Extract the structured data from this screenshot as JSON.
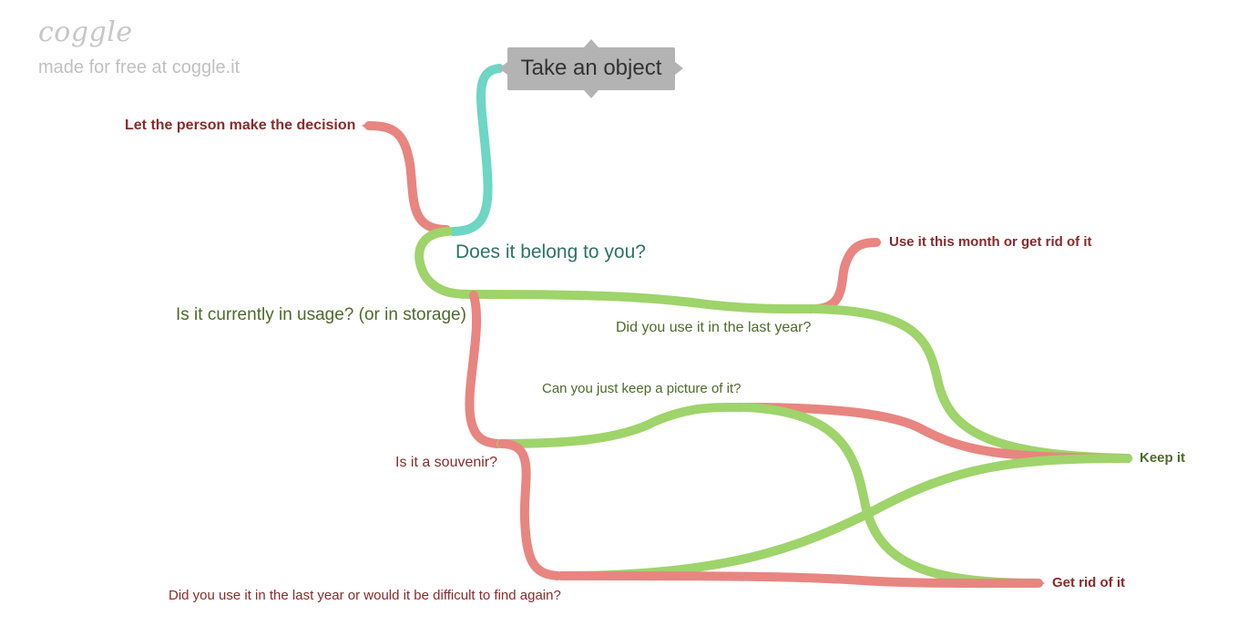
{
  "branding": {
    "logo_text": "coggle",
    "made_with": "made for free at coggle.it"
  },
  "colors": {
    "teal": "#6dd6c4",
    "green": "#9ed46a",
    "red": "#e88580",
    "root_box": "#b3b3b3",
    "dark_green_text": "#4e6a2a",
    "teal_text": "#2e7267",
    "red_text": "#8a2a2a"
  },
  "nodes": {
    "root": "Take an object",
    "belongs": "Does it belong to you?",
    "let_person": "Let the person make the decision",
    "in_usage": "Is it currently in usage? (or in storage)",
    "last_year": "Did you use it in the last year?",
    "use_month": "Use it this month or get rid of it",
    "keep_picture": "Can you just keep a picture of it?",
    "souvenir": "Is it a souvenir?",
    "keep_it": "Keep it",
    "get_rid": "Get rid of it",
    "difficult": "Did you use it in the last year or would it be difficult to find again?"
  }
}
